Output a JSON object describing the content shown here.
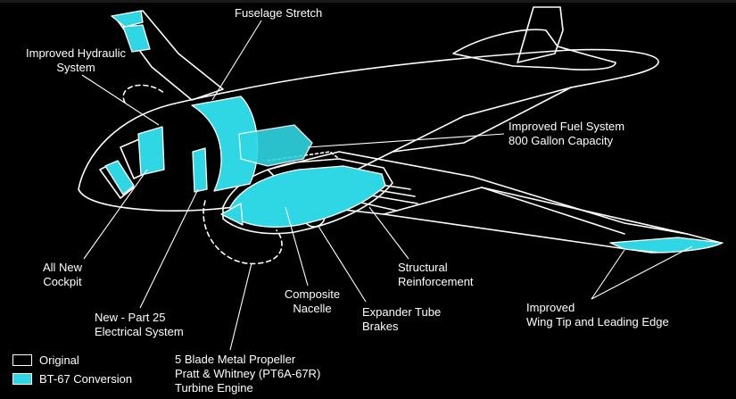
{
  "colors": {
    "background": "#000000",
    "outline": "#ffffff",
    "conversion": "#2fd6e3"
  },
  "callouts": {
    "fuselage_stretch": "Fuselage Stretch",
    "hydraulic": [
      "Improved Hydraulic",
      "System"
    ],
    "fuel": [
      "Improved Fuel System",
      "800 Gallon Capacity"
    ],
    "cockpit": [
      "All New",
      "Cockpit"
    ],
    "electrical": [
      "New - Part 25",
      "Electrical System"
    ],
    "nacelle": [
      "Composite",
      "Nacelle"
    ],
    "brakes": [
      "Expander Tube",
      "Brakes"
    ],
    "structural": [
      "Structural",
      "Reinforcement"
    ],
    "wingtip": [
      "Improved",
      "Wing Tip and Leading Edge"
    ],
    "engine": [
      "5 Blade Metal Propeller",
      "Pratt & Whitney (PT6A-67R)",
      "Turbine Engine"
    ]
  },
  "legend": {
    "original": "Original",
    "conversion": "BT-67 Conversion"
  }
}
